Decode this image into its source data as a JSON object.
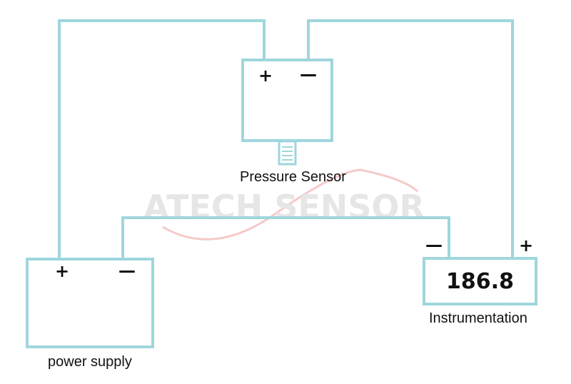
{
  "watermark": {
    "text": "ATECH SENSOR",
    "color": "#e6e6e6",
    "arc_color": "#f6c9c9"
  },
  "colors": {
    "wire": "#9fd6dd",
    "text": "#111111"
  },
  "pressure_sensor": {
    "label": "Pressure Sensor",
    "plus": "+",
    "minus": "—"
  },
  "power_supply": {
    "label": "power supply",
    "plus": "+",
    "minus": "—"
  },
  "instrumentation": {
    "label": "Instrumentation",
    "reading": "186.8",
    "plus": "+",
    "minus": "—"
  }
}
